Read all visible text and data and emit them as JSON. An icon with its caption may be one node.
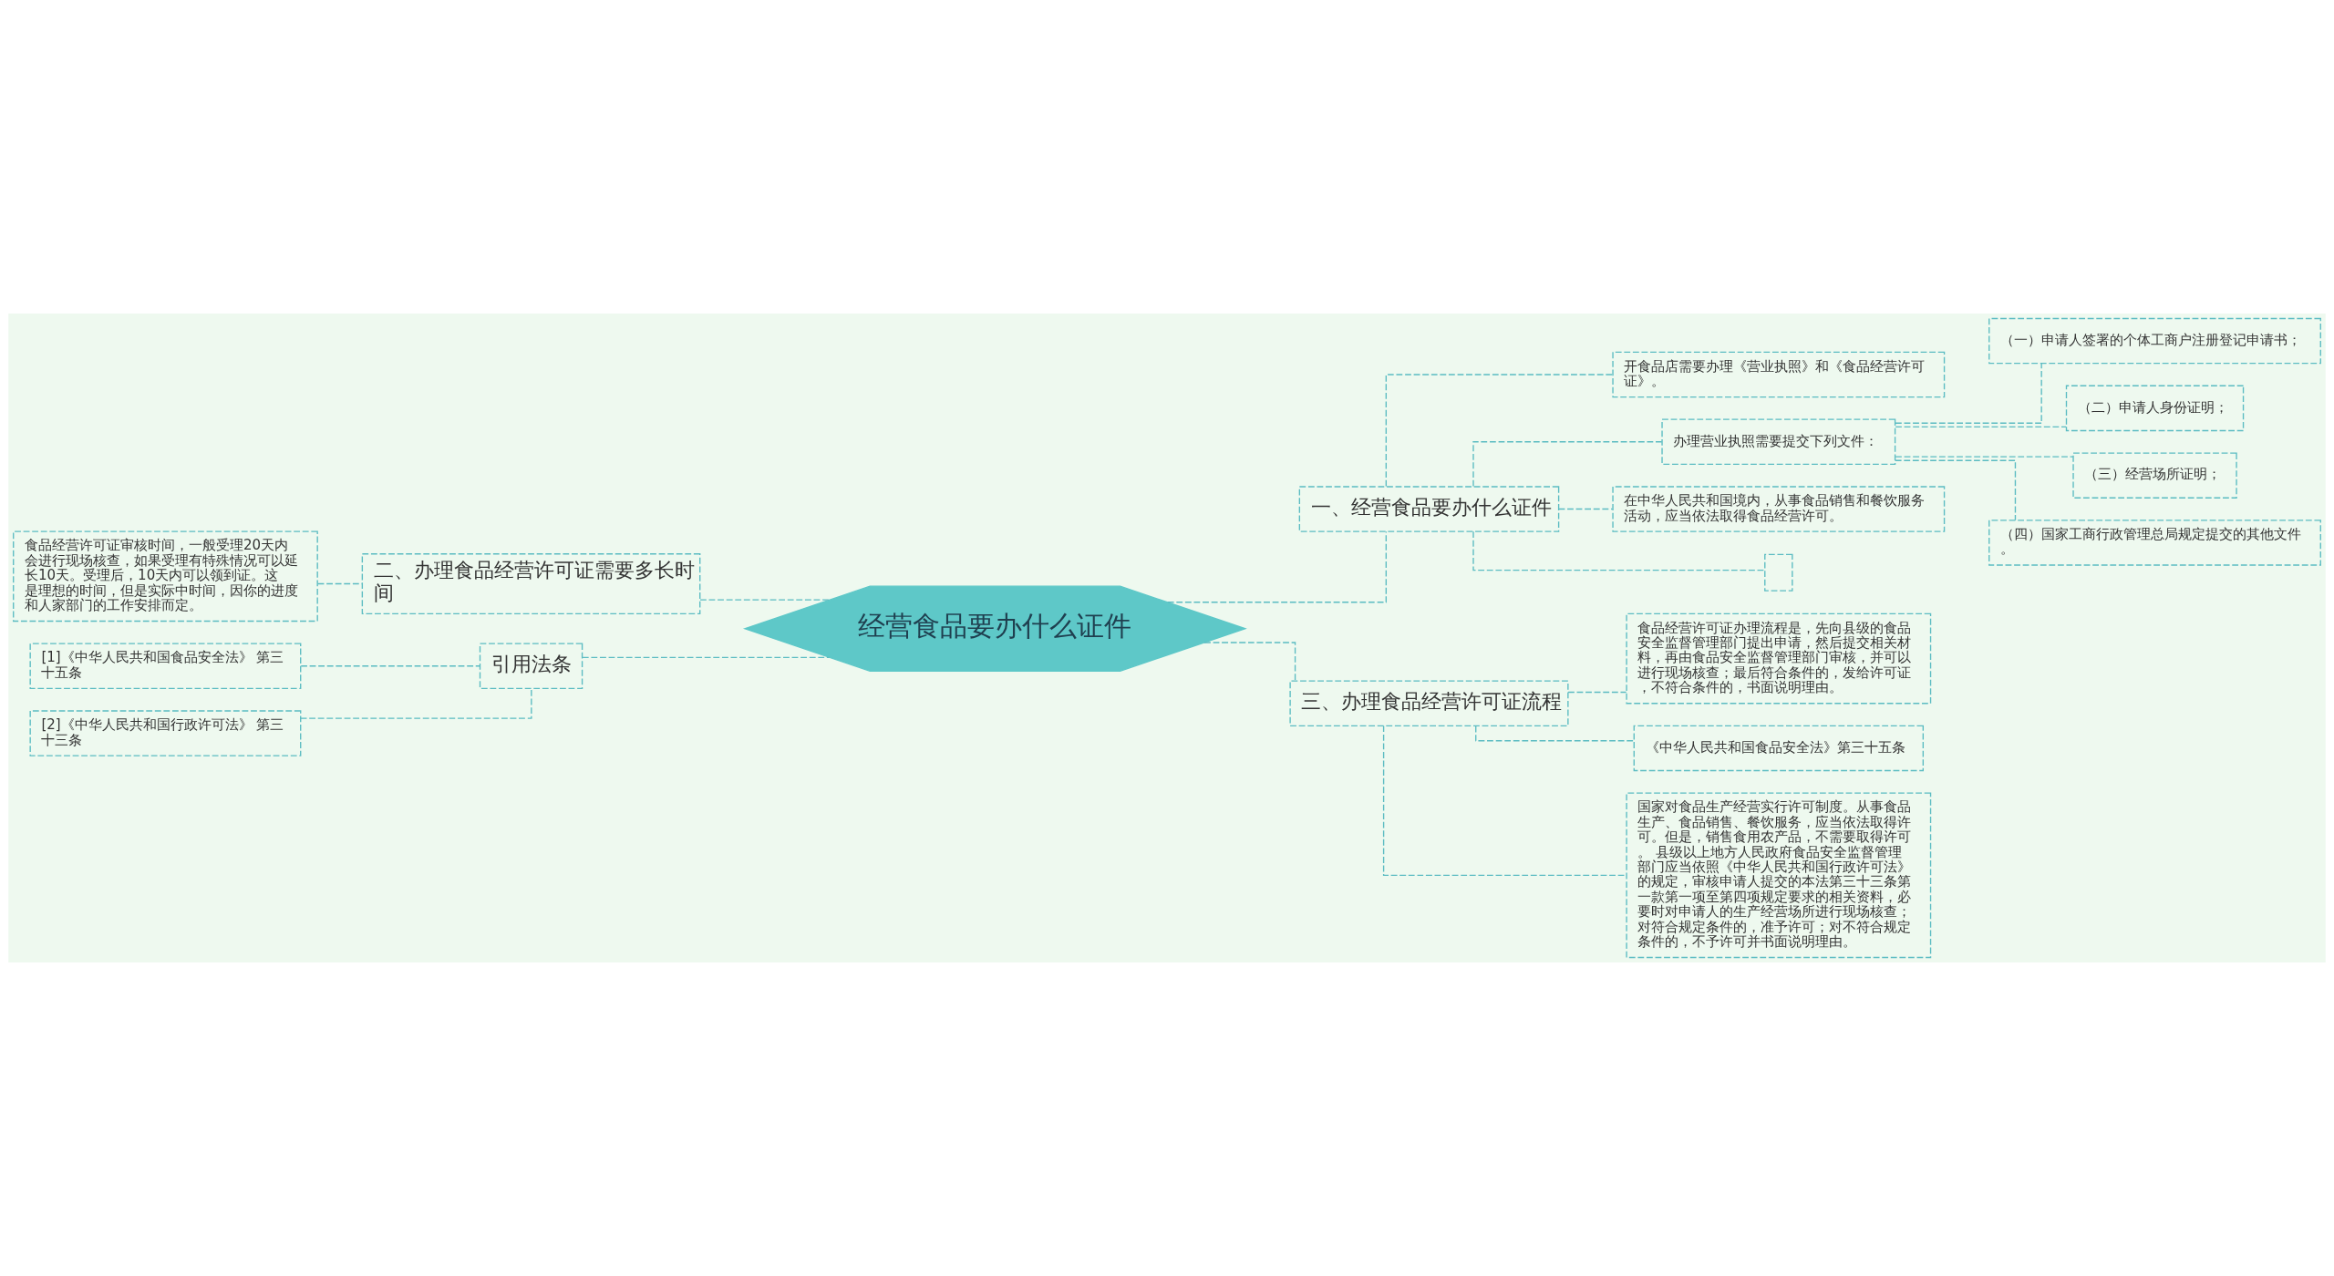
{
  "diagram": {
    "nodes": [
      {
        "text": [
          "经营食品要办什么证件"
        ]
      },
      {
        "text": [
          "一、经营食品要办什么证件"
        ]
      },
      {
        "text": [
          "开食品店需要办理《营业执照》和《食品经营许可证》。"
        ]
      },
      {
        "text": [
          "办理营业执照需要提交下列文件："
        ]
      },
      {
        "text": [
          "（一）申请人签署的个体工商户注册登记申请书；"
        ]
      },
      {
        "text": [
          "（二）申请人身份证明；"
        ]
      },
      {
        "text": [
          "（三）经营场所证明；"
        ]
      },
      {
        "text": [
          "（四）国家工商行政管理总局规定提交的其他文件。"
        ]
      },
      {
        "text": [
          "在中华人民共和国境内，从事食品销售和餐饮服务活动，应当依法取得食品经营许可。"
        ]
      },
      {
        "text": [],
        "shape": "box"
      },
      {
        "text": [
          "三、办理食品经营许可证流程"
        ]
      },
      {
        "text": [
          "食品经营许可证办理流程是，先向县级的食品安全监督管理部门提出申请，然后提交相关材料，再由食品安全监督管理部门审核，并可以进行现场核查；最后符合条件的，发给许可证，不符合条件的，书面说明理由。"
        ]
      },
      {
        "text": [
          "《中华人民共和国食品安全法》第三十五条"
        ]
      },
      {
        "text": [
          "国家对食品生产经营实行许可制度。从事食品生产、食品销售、餐饮服务，应当依法取得许可。但是，销售食用农产品，不需要取得许可。 县级以上地方人民政府食品安全监督管理部门应当依照《中华人民共和国行政许可法》的规定，审核申请人提交的本法第三十三条第一款第一项至第四项规定要求的相关资料，必要时对申请人的生产经营场所进行现场核查；对符合规定条件的，准予许可；对不符合规定条件的，不予许可并书面说明理由。"
        ]
      },
      {
        "text": [
          "二、办理食品经营许可证需要多长时间"
        ]
      },
      {
        "text": [
          "食品经营许可证审核时间，一般受理20天内会进行现场核查，如果受理有特殊情况可以延长10天。受理后，10天内可以领到证。这是理想的时间，但是实际中时间，因你的进度和人家部门的工作安排而定。"
        ]
      },
      {
        "text": [
          "引用法条"
        ]
      },
      {
        "text": [
          "[1]《中华人民共和国食品安全法》 第三十五条"
        ]
      },
      {
        "text": [
          "[2]《中华人民共和国行政许可法》 第三十三条"
        ]
      }
    ],
    "edges": [
      {
        "from": 0,
        "to": 1,
        "arrow": "none"
      },
      {
        "from": 1,
        "to": 2,
        "arrow": "none"
      },
      {
        "from": 1,
        "to": 3,
        "arrow": "none"
      },
      {
        "from": 3,
        "to": 4,
        "arrow": "none"
      },
      {
        "from": 3,
        "to": 5,
        "arrow": "none"
      },
      {
        "from": 3,
        "to": 6,
        "arrow": "none"
      },
      {
        "from": 3,
        "to": 7,
        "arrow": "none"
      },
      {
        "from": 1,
        "to": 8,
        "arrow": "none"
      },
      {
        "from": 1,
        "to": 9,
        "arrow": "none"
      },
      {
        "from": 0,
        "to": 10,
        "arrow": "none"
      },
      {
        "from": 10,
        "to": 11,
        "arrow": "none"
      },
      {
        "from": 10,
        "to": 12,
        "arrow": "none"
      },
      {
        "from": 10,
        "to": 13,
        "arrow": "none"
      },
      {
        "from": 0,
        "to": 14,
        "arrow": "none"
      },
      {
        "from": 14,
        "to": 15,
        "arrow": "none"
      },
      {
        "from": 0,
        "to": 16,
        "arrow": "none"
      },
      {
        "from": 16,
        "to": 17,
        "arrow": "none"
      },
      {
        "from": 16,
        "to": 18,
        "arrow": "none"
      }
    ]
  }
}
